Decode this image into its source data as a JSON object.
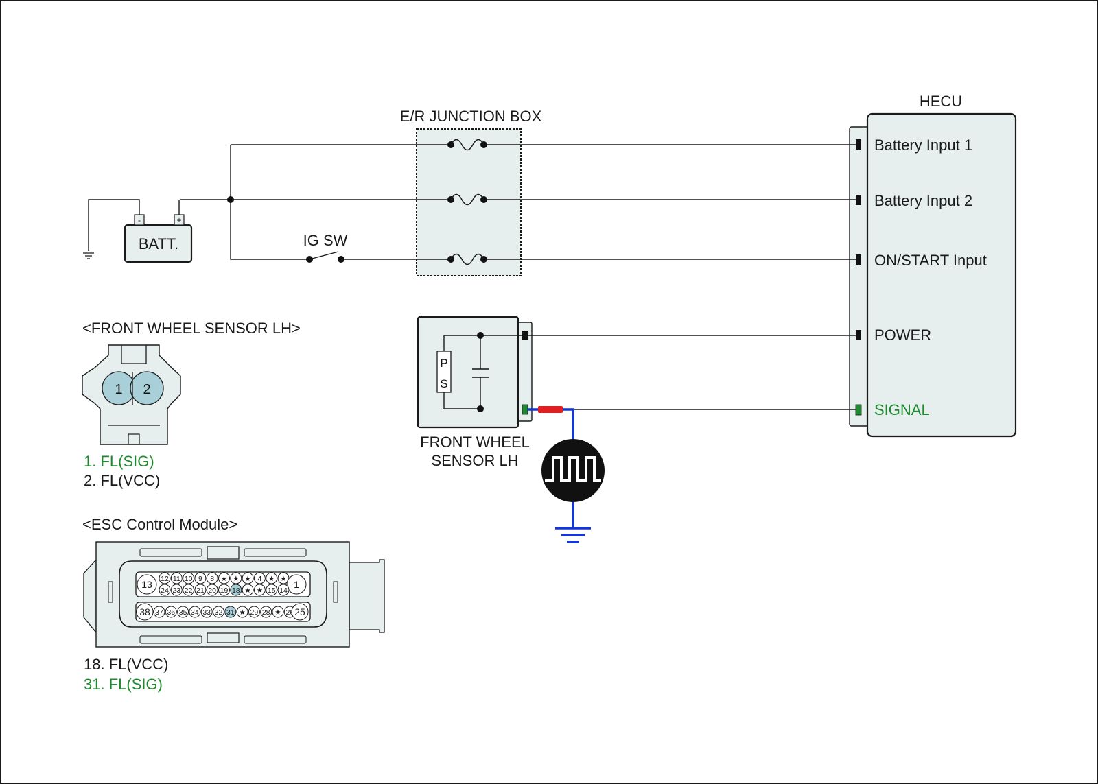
{
  "junction_box": {
    "title": "E/R JUNCTION BOX"
  },
  "battery": {
    "label": "BATT.",
    "neg": "-",
    "pos": "+"
  },
  "ig_switch": {
    "label": "IG SW"
  },
  "hecu": {
    "title": "HECU",
    "inputs": [
      "Battery Input 1",
      "Battery Input 2",
      "ON/START Input",
      "POWER",
      "SIGNAL"
    ]
  },
  "sensor": {
    "title_line1": "FRONT WHEEL",
    "title_line2": "SENSOR LH",
    "element_p": "P",
    "element_s": "S"
  },
  "front_wheel_connector": {
    "title": "<FRONT WHEEL SENSOR LH>",
    "pin1": "1",
    "pin2": "2",
    "pins": [
      "1. FL(SIG)",
      "2. FL(VCC)"
    ]
  },
  "esc_connector": {
    "title": "<ESC Control Module>",
    "row1": [
      "13",
      "12",
      "11",
      "10",
      "9",
      "8",
      "★",
      "★",
      "★",
      "4",
      "★",
      "★",
      "1"
    ],
    "row2": [
      "24",
      "23",
      "22",
      "21",
      "20",
      "19",
      "18",
      "★",
      "★",
      "15",
      "14"
    ],
    "row3": [
      "38",
      "37",
      "36",
      "35",
      "34",
      "33",
      "32",
      "31",
      "★",
      "29",
      "28",
      "★",
      "26",
      "25"
    ],
    "pins": [
      "18. FL(VCC)",
      "31. FL(SIG)"
    ]
  },
  "colors": {
    "signal_green": "#1e8a2e",
    "ground_wire_blue": "#1436d8",
    "shield_red": "#e02020",
    "box_fill": "#e6eeee",
    "pin_highlight": "#a9cfd8"
  }
}
